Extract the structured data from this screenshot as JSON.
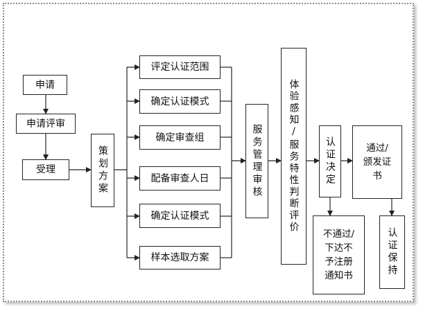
{
  "diagram": {
    "nodes": {
      "apply": "申请",
      "review": "申请评审",
      "accept": "受理",
      "plan": "策划方案",
      "step1": "评定认证范围",
      "step2": "确定认证模式",
      "step3": "确定审查组",
      "step4": "配备审查人日",
      "step5": "确定认证模式",
      "step6": "样本选取方案",
      "service_mgmt": "服务管理审核",
      "experience": "体验感知/服务特性判断评价",
      "decision": "认证决定",
      "pass": [
        "通过/",
        "颁发证",
        "书"
      ],
      "fail": [
        "不通过/",
        "下达不",
        "予注册",
        "通知书"
      ],
      "maintain": "认证保持"
    }
  }
}
